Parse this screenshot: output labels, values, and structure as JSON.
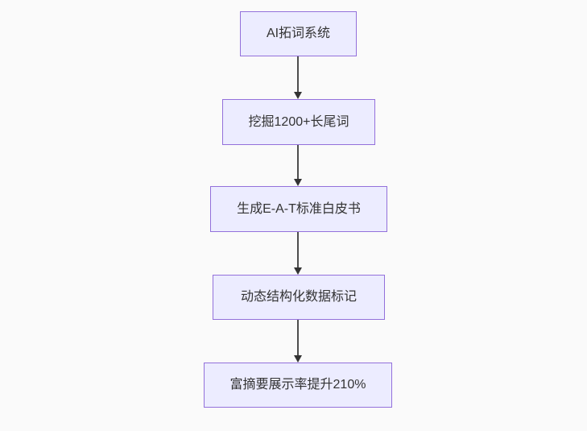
{
  "diagram": {
    "type": "flowchart-vertical",
    "background_color": "#fafafa",
    "node_fill_color": "#ececff",
    "node_border_color": "#9370db",
    "text_color": "#333333",
    "arrow_color": "#333333",
    "nodes": [
      {
        "id": "node-1",
        "label": "AI拓词系统"
      },
      {
        "id": "node-2",
        "label": "挖掘1200+长尾词"
      },
      {
        "id": "node-3",
        "label": "生成E-A-T标准白皮书"
      },
      {
        "id": "node-4",
        "label": "动态结构化数据标记"
      },
      {
        "id": "node-5",
        "label": "富摘要展示率提升210%"
      }
    ],
    "edges": [
      {
        "from": "node-1",
        "to": "node-2"
      },
      {
        "from": "node-2",
        "to": "node-3"
      },
      {
        "from": "node-3",
        "to": "node-4"
      },
      {
        "from": "node-4",
        "to": "node-5"
      }
    ]
  }
}
